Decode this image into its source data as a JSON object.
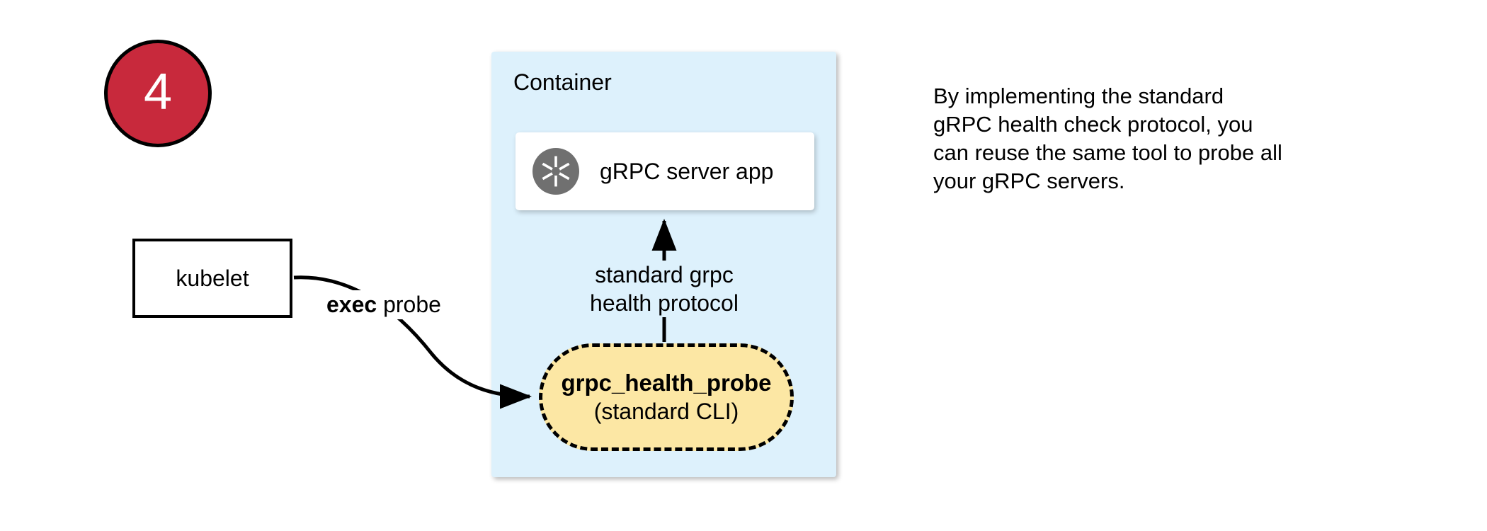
{
  "step": {
    "number": "4",
    "circle_fill": "#c8293c",
    "circle_border": "#000000",
    "text_color": "#ffffff"
  },
  "container": {
    "label": "Container",
    "fill": "#ddf1fc"
  },
  "server_card": {
    "label": "gRPC server app",
    "icon": "aperture-icon",
    "icon_color": "#707070",
    "fill": "#ffffff"
  },
  "kubelet": {
    "label": "kubelet",
    "fill": "#ffffff",
    "border": "#000000"
  },
  "exec_probe": {
    "bold_text": "exec",
    "rest_text": " probe"
  },
  "protocol_arrow": {
    "line1": "standard grpc",
    "line2": "health protocol"
  },
  "probe_pill": {
    "title": "grpc_health_probe",
    "subtitle": "(standard CLI)",
    "fill": "#fce7a4",
    "border": "#000000",
    "border_style": "dashed"
  },
  "caption": {
    "line1": "By implementing the standard",
    "line2": "gRPC health check protocol, you",
    "line3": "can reuse the same tool to probe all",
    "line4": "your gRPC servers."
  }
}
